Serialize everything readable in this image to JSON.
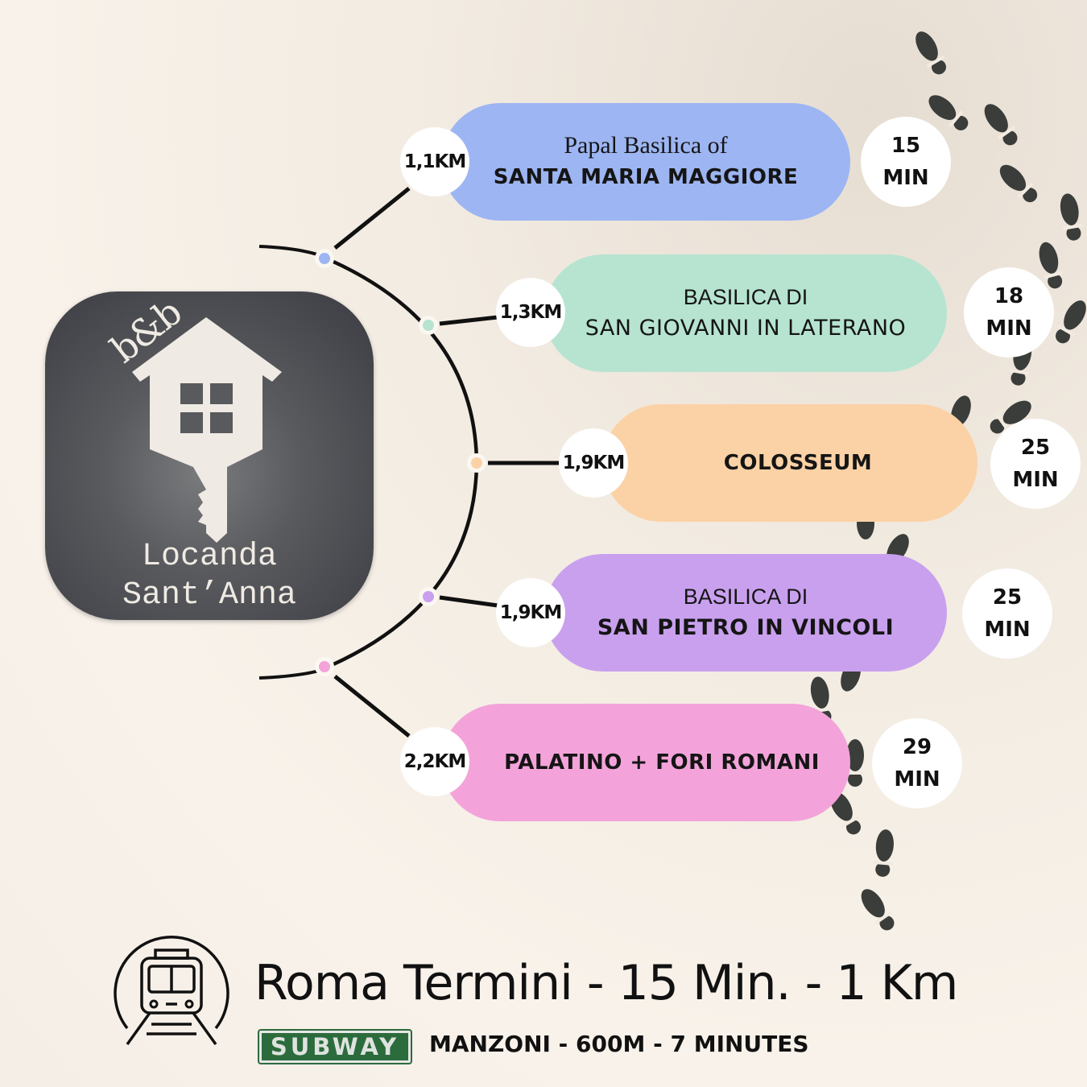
{
  "logo": {
    "tag": "b&b",
    "name_line1": "Locanda",
    "name_line2": "Sant’Anna",
    "icon": "house-key-icon"
  },
  "colors": {
    "background": "#f6f0e8",
    "logo_bg": "#4a4b50",
    "blue": "#9db5f2",
    "mint": "#b6e4d1",
    "peach": "#fbd2a6",
    "lavender": "#c9a0ee",
    "pink": "#f3a3da",
    "footprint": "#3a3d39",
    "subway_green": "#2c6b3c"
  },
  "destinations": [
    {
      "distance": "1,1KM",
      "subtitle": "Papal Basilica of",
      "title": "SANTA MARIA MAGGIORE",
      "time_value": "15",
      "time_unit": "MIN",
      "color": "#9db5f2"
    },
    {
      "distance": "1,3KM",
      "subtitle": "BASILICA DI",
      "title": "SAN GIOVANNI IN LATERANO",
      "time_value": "18",
      "time_unit": "MIN",
      "color": "#b6e4d1"
    },
    {
      "distance": "1,9KM",
      "subtitle": "",
      "title": "COLOSSEUM",
      "time_value": "25",
      "time_unit": "MIN",
      "color": "#fbd2a6"
    },
    {
      "distance": "1,9KM",
      "subtitle": "BASILICA DI",
      "title": "SAN PIETRO IN VINCOLI",
      "time_value": "25",
      "time_unit": "MIN",
      "color": "#c9a0ee"
    },
    {
      "distance": "2,2KM",
      "subtitle": "",
      "title": "PALATINO + FORI ROMANI",
      "time_value": "29",
      "time_unit": "MIN",
      "color": "#f3a3da"
    }
  ],
  "station": {
    "icon": "train-icon",
    "text": "Roma Termini - 15 Min. - 1 Km"
  },
  "subway": {
    "badge": "SUBWAY",
    "info": "MANZONI - 600M - 7 MINUTES"
  }
}
